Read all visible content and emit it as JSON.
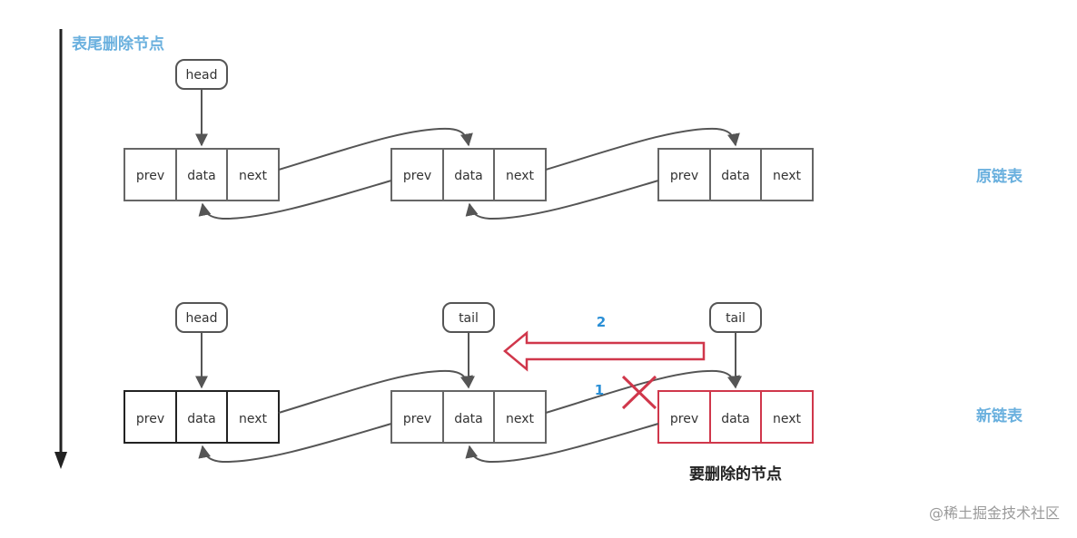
{
  "title": "表尾删除节点",
  "original_list": {
    "label": "原链表",
    "head_label": "head",
    "nodes": [
      {
        "prev": "prev",
        "data": "data",
        "next": "next"
      },
      {
        "prev": "prev",
        "data": "data",
        "next": "next"
      },
      {
        "prev": "prev",
        "data": "data",
        "next": "next"
      }
    ]
  },
  "new_list": {
    "label": "新链表",
    "head_label": "head",
    "tail_label": "tail",
    "old_tail_label": "tail",
    "nodes": [
      {
        "prev": "prev",
        "data": "data",
        "next": "next"
      },
      {
        "prev": "prev",
        "data": "data",
        "next": "next"
      },
      {
        "prev": "prev",
        "data": "data",
        "next": "next"
      }
    ],
    "step_1": "1",
    "step_2": "2",
    "delete_caption": "要删除的节点"
  },
  "colors": {
    "node_border": "#666666",
    "new_head_border": "#222222",
    "deleted": "#d0374b",
    "label_blue": "#6ab0de",
    "step_blue": "#2a8fd6"
  },
  "watermark": "@稀土掘金技术社区"
}
